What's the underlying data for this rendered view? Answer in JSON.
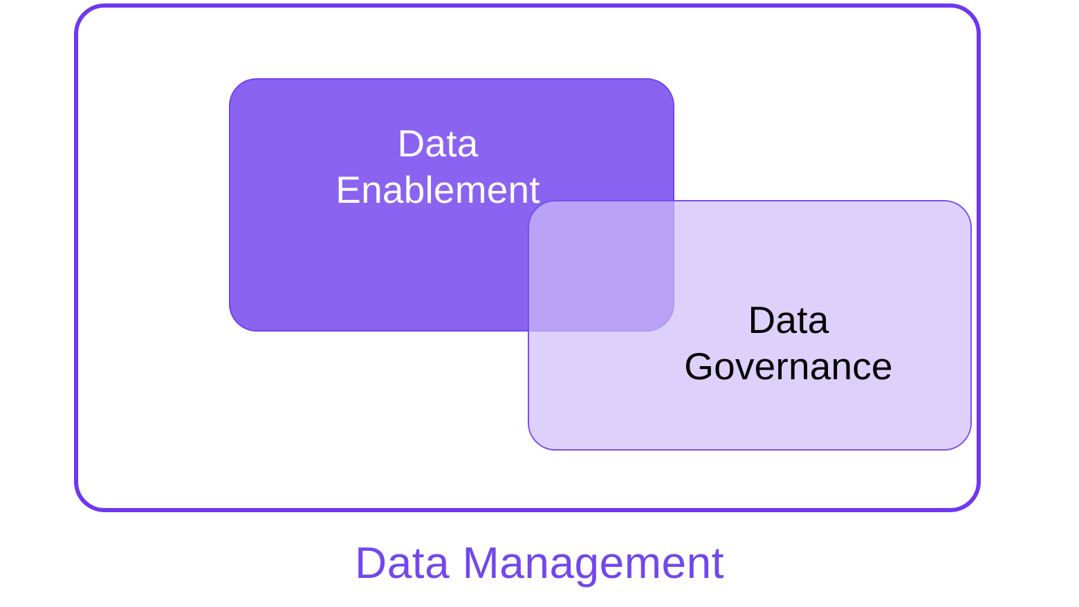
{
  "diagram": {
    "type": "nested-venn-rounded-rectangles",
    "caption": "Data Management",
    "outer": {
      "name": "Data Management",
      "border_color": "#6f37ef",
      "fill": "transparent"
    },
    "sets": [
      {
        "id": "data-enablement",
        "label": "Data\nEnablement",
        "fill_color": "#8a63f0",
        "border_color": "#7341ea",
        "text_color": "#ffffff"
      },
      {
        "id": "data-governance",
        "label": "Data\nGovernance",
        "fill_color": "#e0d7fa",
        "border_color": "#7a4df0",
        "text_color": "#000000"
      }
    ],
    "overlap": {
      "color": "#a98ef7",
      "description": "intersection of Data Enablement and Data Governance"
    }
  }
}
